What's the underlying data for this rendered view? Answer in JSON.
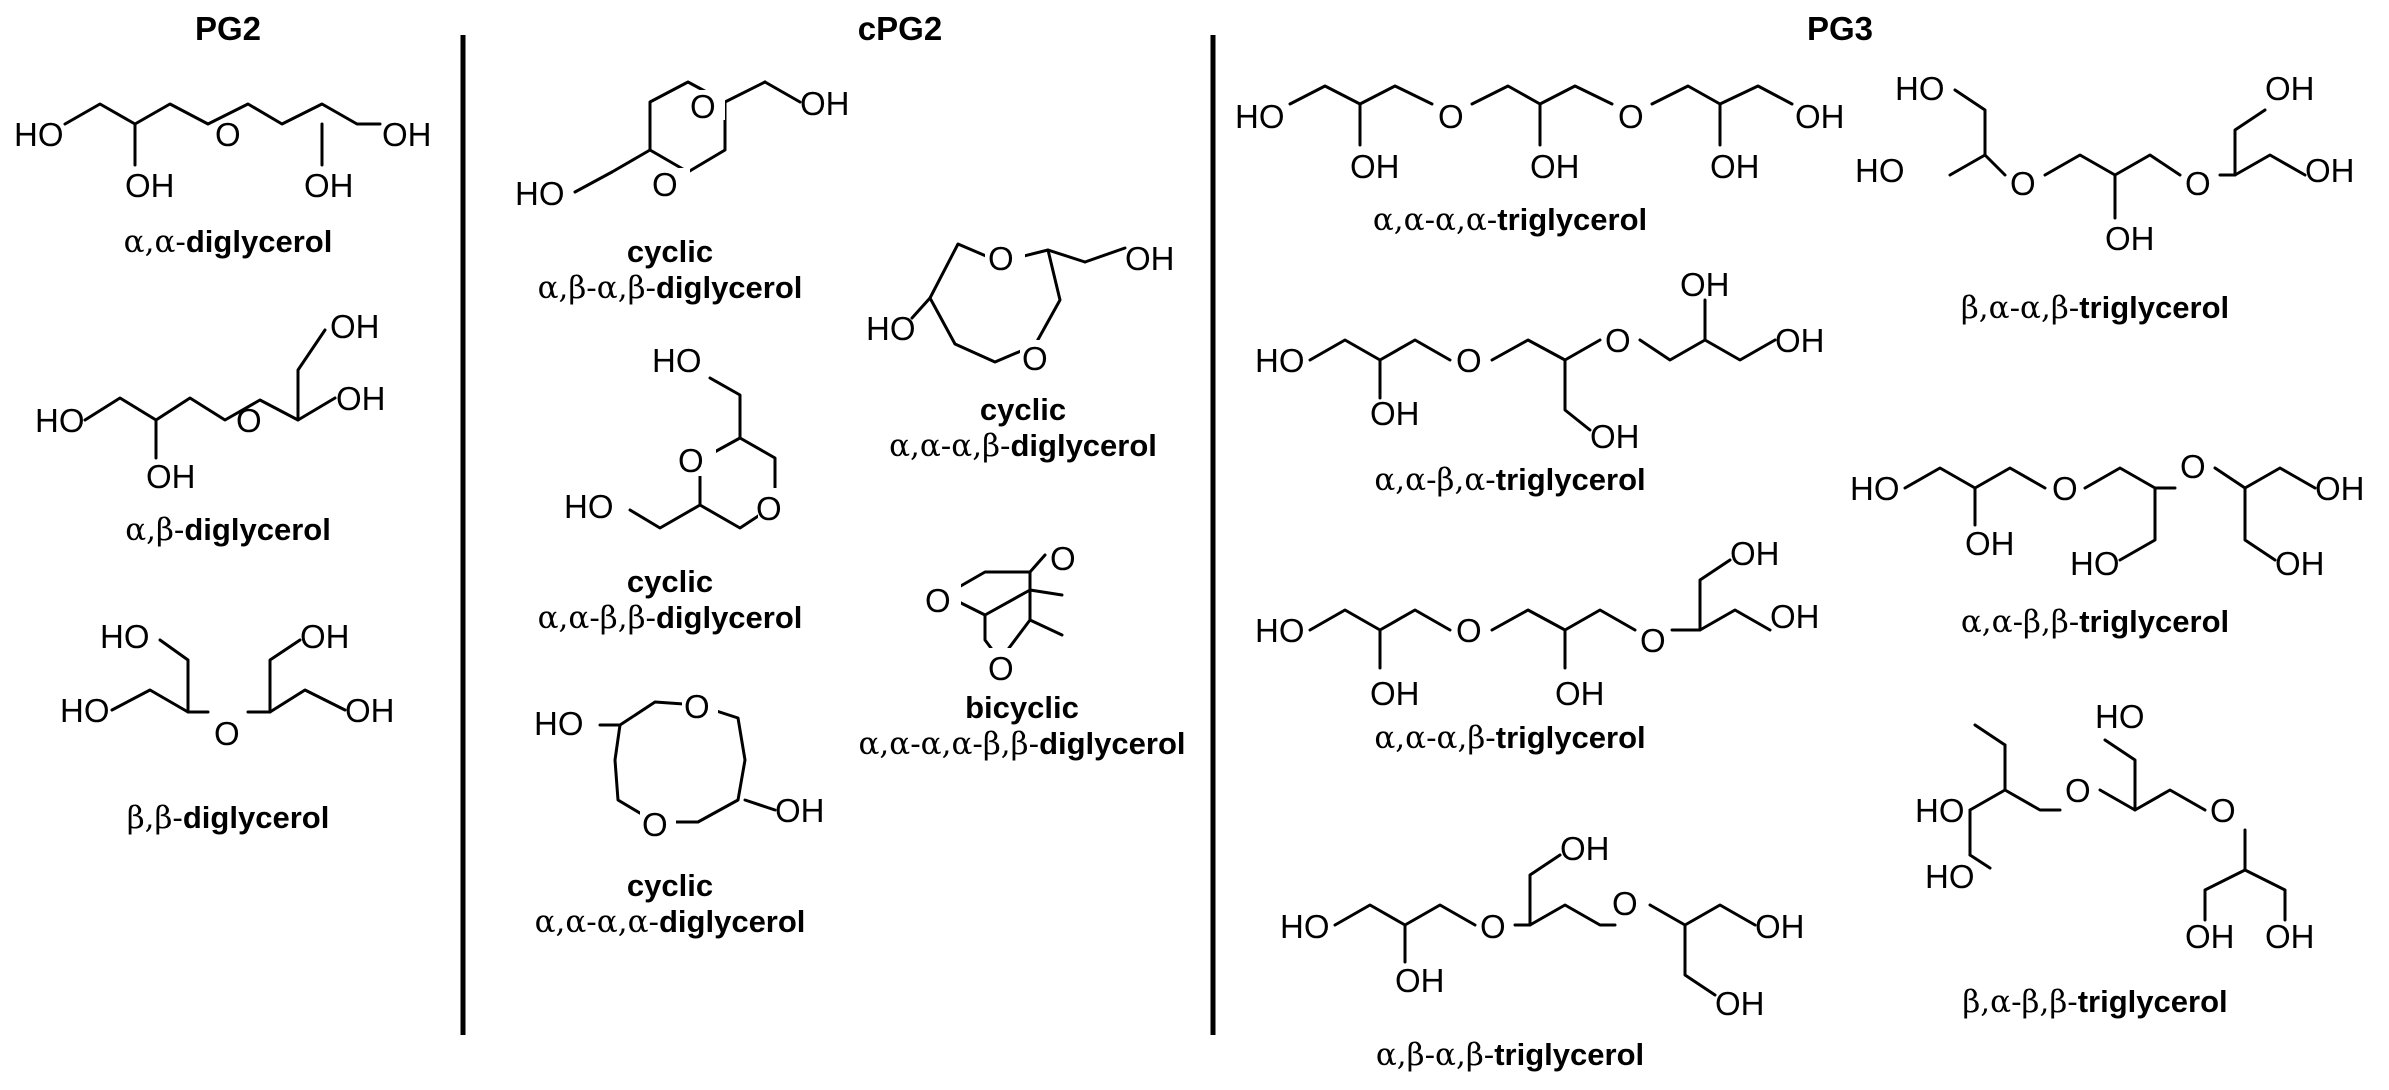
{
  "sections": {
    "pg2": "PG2",
    "cpg2": "cPG2",
    "pg3": "PG3"
  },
  "atoms": {
    "oh": "OH",
    "ho": "HO",
    "o": "O"
  },
  "captions": {
    "aa_di": {
      "prefix": "α,α-",
      "name": "diglycerol"
    },
    "ab_di": {
      "prefix": "α,β-",
      "name": "diglycerol"
    },
    "bb_di": {
      "prefix": "β,β-",
      "name": "diglycerol"
    },
    "c_abab": {
      "line1": "cyclic",
      "prefix": "α,β-α,β-",
      "name": "diglycerol"
    },
    "c_aaab": {
      "line1": "cyclic",
      "prefix": "α,α-α,β-",
      "name": "diglycerol"
    },
    "c_aabb": {
      "line1": "cyclic",
      "prefix": "α,α-β,β-",
      "name": "diglycerol"
    },
    "bicyc": {
      "line1": "bicyclic",
      "prefix": "α,α-α,α-β,β-",
      "name": "diglycerol"
    },
    "c_aaaa": {
      "line1": "cyclic",
      "prefix": "α,α-α,α-",
      "name": "diglycerol"
    },
    "t_aaaa": {
      "prefix": "α,α-α,α-",
      "name": "triglycerol"
    },
    "t_baab": {
      "prefix": "β,α-α,β-",
      "name": "triglycerol"
    },
    "t_aaba": {
      "prefix": "α,α-β,α-",
      "name": "triglycerol"
    },
    "t_aabb": {
      "prefix": "α,α-β,β-",
      "name": "triglycerol"
    },
    "t_aaab": {
      "prefix": "α,α-α,β-",
      "name": "triglycerol"
    },
    "t_babb": {
      "prefix": "β,α-β,β-",
      "name": "triglycerol"
    },
    "t_abab": {
      "prefix": "α,β-α,β-",
      "name": "triglycerol"
    }
  }
}
